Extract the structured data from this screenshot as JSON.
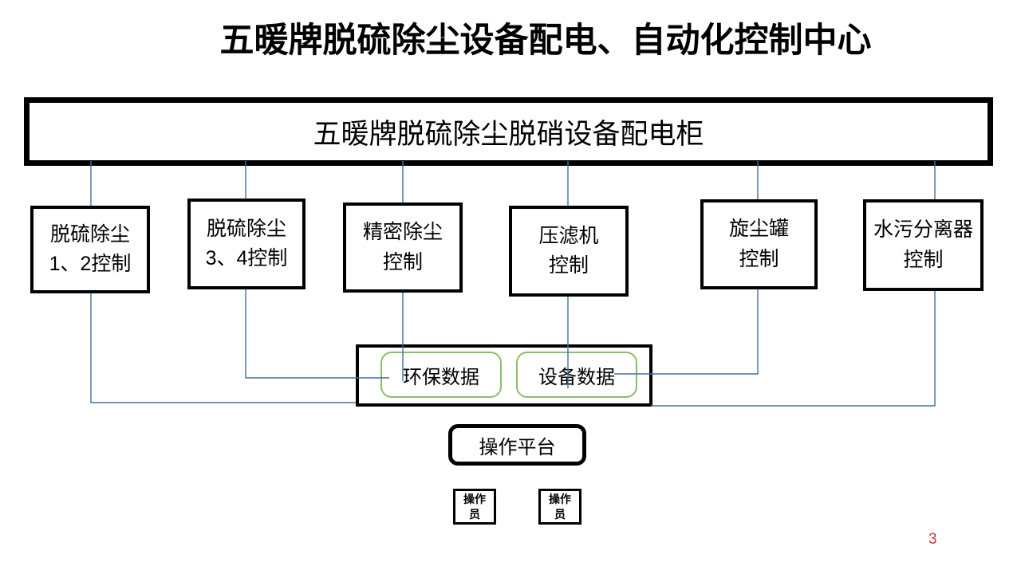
{
  "title": "五暖牌脱硫除尘设备配电、自动化控制中心",
  "cabinet": {
    "label": "五暖牌脱硫除尘脱硝设备配电柜"
  },
  "controls": [
    {
      "line1": "脱硫除尘",
      "line2": "1、2控制"
    },
    {
      "line1": "脱硫除尘",
      "line2": "3、4控制"
    },
    {
      "line1": "精密除尘",
      "line2": "控制"
    },
    {
      "line1": "压滤机",
      "line2": "控制"
    },
    {
      "line1": "旋尘罐",
      "line2": "控制"
    },
    {
      "line1": "水污分离器",
      "line2": "控制"
    }
  ],
  "data_panel": {
    "env_label": "环保数据",
    "device_label": "设备数据"
  },
  "platform": {
    "label": "操作平台"
  },
  "operators": [
    {
      "line1": "操作",
      "line2": "员"
    },
    {
      "line1": "操作",
      "line2": "员"
    }
  ],
  "page": {
    "number": "3"
  },
  "colors": {
    "connector": "#41719C",
    "green": "#8ABF68",
    "page_red": "#C13B3B",
    "box_border": "#000000"
  }
}
